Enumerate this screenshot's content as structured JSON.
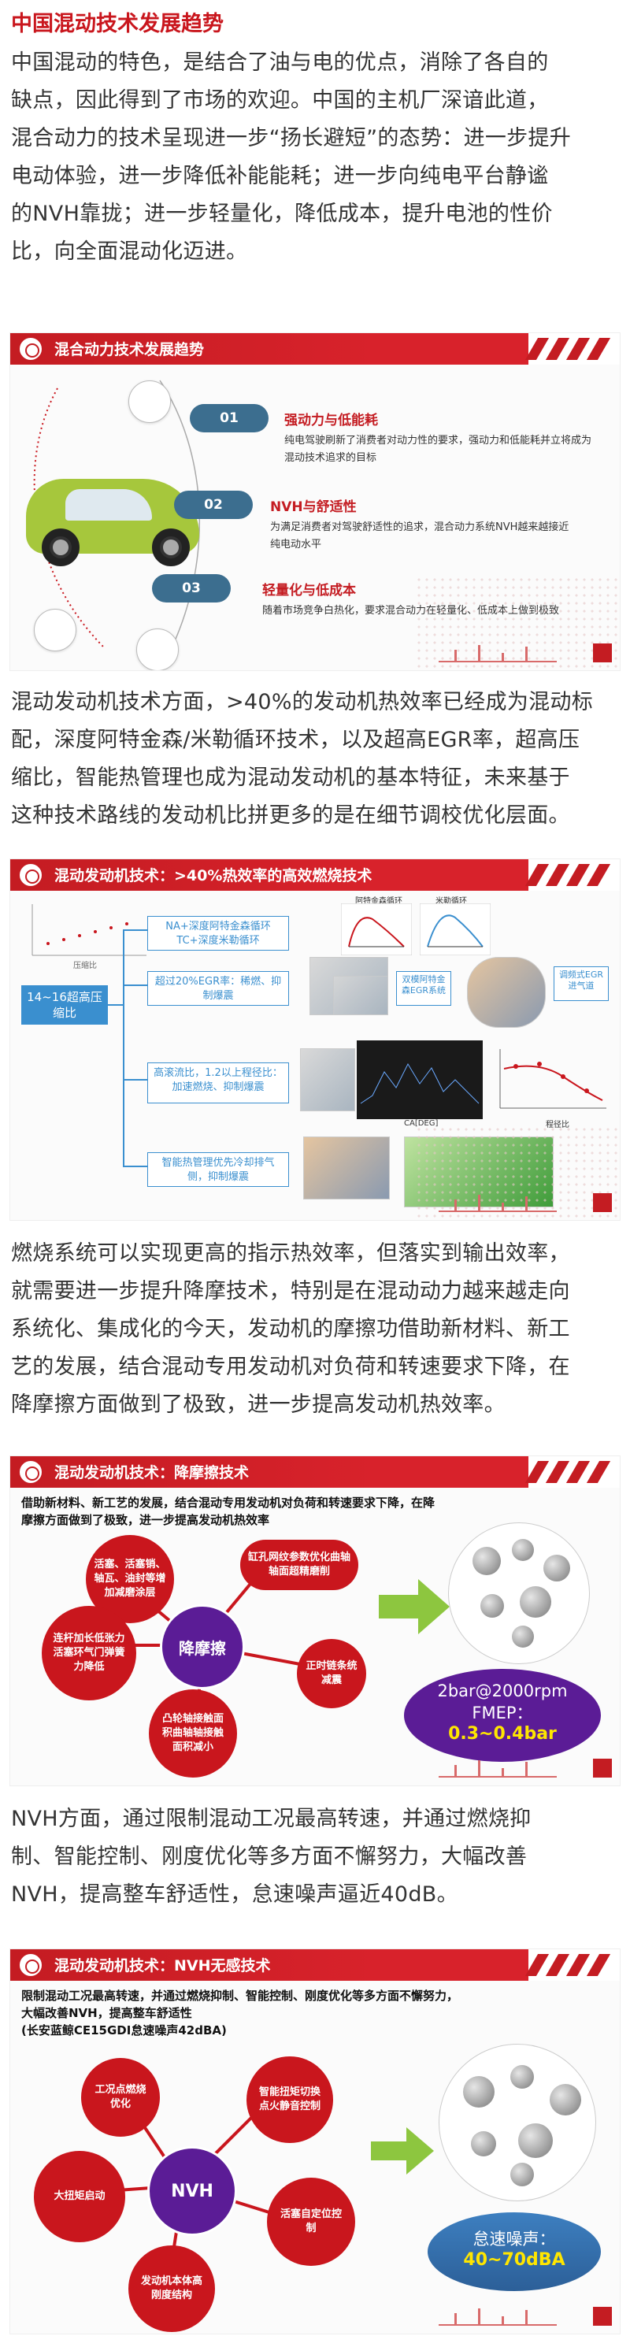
{
  "heading": "中国混动技术发展趋势",
  "paragraphs": {
    "p1_lines": [
      "中国混动的特色，是结合了油与电的优点，消除了各自的",
      "缺点，因此得到了市场的欢迎。中国的主机厂深谙此道，",
      "混合动力的技术呈现进一步“扬长避短”的态势：进一步提升",
      "电动体验，进一步降低补能能耗；进一步向纯电平台静谧",
      "的NVH靠拢；进一步轻量化，降低成本，提升电池的性价",
      "比，向全面混动化迈进。"
    ],
    "p2_lines": [
      "混动发动机技术方面，>40%的发动机热效率已经成为混动标",
      "配，深度阿特金森/米勒循环技术，以及超高EGR率，超高压",
      "缩比，智能热管理也成为混动发动机的基本特征，未来基于",
      "这种技术路线的发动机比拼更多的是在细节调校优化层面。"
    ],
    "p3_lines": [
      "燃烧系统可以实现更高的指示热效率，但落实到输出效率，",
      "就需要进一步提升降摩技术，特别是在混动动力越来越走向",
      "系统化、集成化的今天，发动机的摩擦功借助新材料、新工",
      "艺的发展，结合混动专用发动机对负荷和转速要求下降，在",
      "降摩擦方面做到了极致，进一步提高发动机热效率。"
    ],
    "p4_lines": [
      "NVH方面，通过限制混动工况最高转速，并通过燃烧抑",
      "制、智能控制、刚度优化等多方面不懈努力，大幅改善",
      "NVH，提高整车舒适性，怠速噪声逼近40dB。"
    ]
  },
  "slide1": {
    "title": "混合动力技术发展趋势",
    "items": [
      {
        "num": "01",
        "title": "强动力与低能耗",
        "desc": "纯电驾驶刷新了消费者对动力性的要求，强动力和低能耗并立将成为混动技术追求的目标"
      },
      {
        "num": "02",
        "title": "NVH与舒适性",
        "desc": "为满足消费者对驾驶舒适性的追求，混合动力系统NVH越来越接近纯电动水平"
      },
      {
        "num": "03",
        "title": "轻量化与低成本",
        "desc": "随着市场竞争白热化，要求混合动力在轻量化、低成本上做到极致"
      }
    ]
  },
  "slide2": {
    "title": "混动发动机技术：>40%热效率的高效燃烧技术",
    "center_box": "14~16超高压缩比",
    "box1": "NA+深度阿特金森循环\nTC+深度米勒循环",
    "box2": "超过20%EGR率：稀燃、抑制爆震",
    "box3": "高滚流比，1.2以上程径比：加速燃烧、抑制爆震",
    "box4": "智能热管理优先冷却排气侧，抑制爆震",
    "tag1": "双模阿特金森EGR系统",
    "tag2": "调频式EGR进气道",
    "chart_label_x": "压缩比",
    "cad_label": "CA[DEG]",
    "small_labels": [
      "阿特金森循环",
      "米勒循环"
    ],
    "bottom_axis": "程径比"
  },
  "slide3": {
    "title": "混动发动机技术：降摩擦技术",
    "head_lines": [
      "借助新材料、新工艺的发展，结合混动专用发动机对负荷和转速要求下降，在降",
      "摩擦方面做到了极致，进一步提高发动机热效率"
    ],
    "center": "降摩擦",
    "nodes": [
      "活塞、活塞销、轴瓦、油封等增加减磨涂层",
      "缸孔网纹参数优化曲轴轴面超精磨削",
      "连杆加长低张力活塞环气门弹簧力降低",
      "正时链条统减震",
      "凸轮轴接触面积曲轴轴接触面积减小"
    ],
    "oval_line1": "2bar@2000rpm",
    "oval_line2": "FMEP：",
    "oval_line3": "0.3~0.4bar"
  },
  "slide4": {
    "title": "混动发动机技术：NVH无感技术",
    "head_lines": [
      "限制混动工况最高转速，并通过燃烧抑制、智能控制、刚度优化等多方面不懈努力，",
      "大幅改善NVH，提高整车舒适性",
      "(长安蓝鲸CE15GDI怠速噪声42dBA)"
    ],
    "center": "NVH",
    "nodes": [
      "工况点燃烧优化",
      "智能扭矩切换点火静音控制",
      "大扭矩启动",
      "活塞自定位控制",
      "发动机本体高刚度结构"
    ],
    "oval_line1": "怠速噪声：",
    "oval_line2": "40~70dBA"
  },
  "colors": {
    "accent": "#c9161d",
    "purple": "#5b1c96",
    "blue": "#3a8fcf",
    "green": "#8dc63f"
  }
}
